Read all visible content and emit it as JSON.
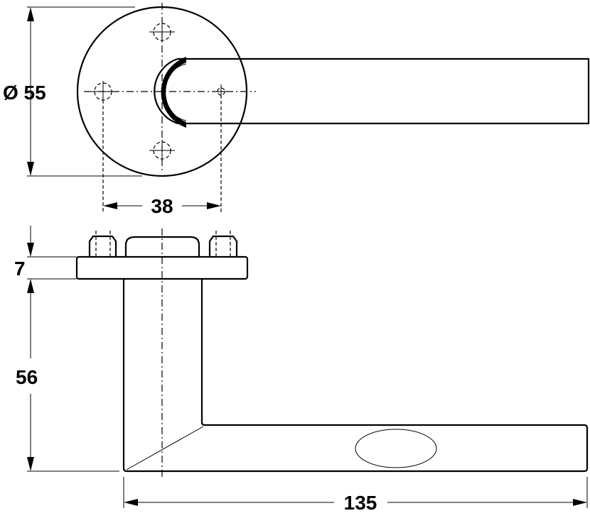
{
  "dimensions": {
    "rose_diameter": "Ø 55",
    "fixing_spacing": "38",
    "rose_thickness": "7",
    "lever_projection": "56",
    "lever_length": "135"
  }
}
